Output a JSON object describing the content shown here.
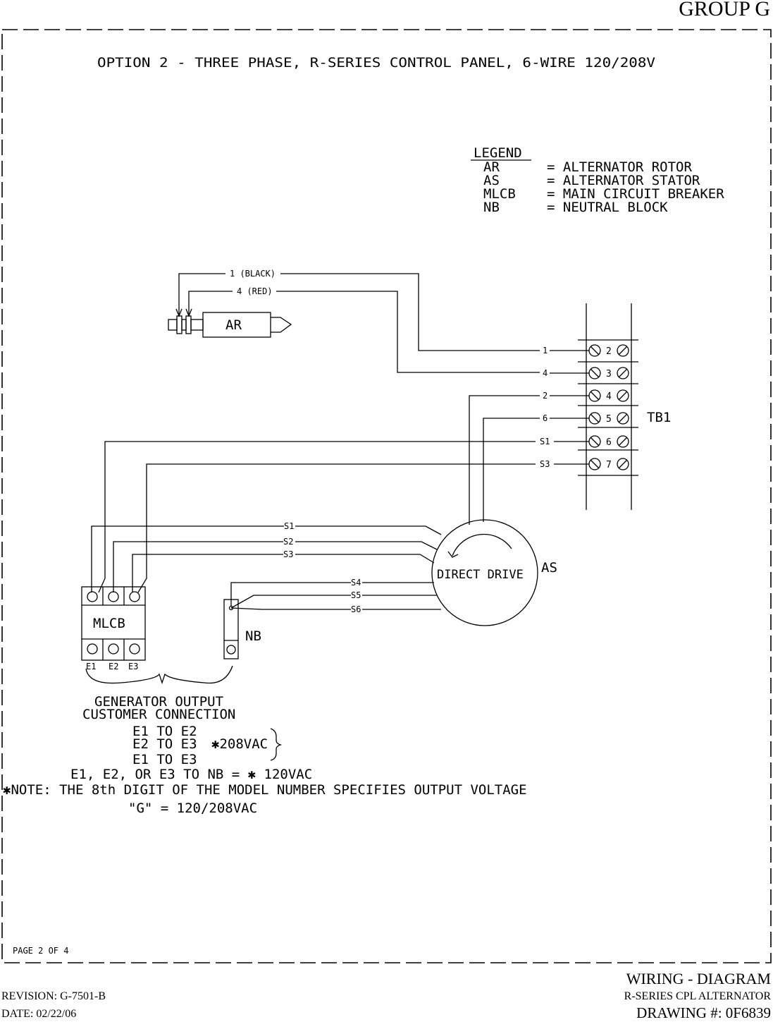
{
  "header": {
    "group": "GROUP G"
  },
  "title": "OPTION 2 - THREE PHASE, R-SERIES CONTROL PANEL, 6-WIRE 120/208V",
  "legend": {
    "heading": "LEGEND",
    "entries": [
      {
        "code": "AR",
        "desc": "= ALTERNATOR ROTOR"
      },
      {
        "code": "AS",
        "desc": "= ALTERNATOR STATOR"
      },
      {
        "code": "MLCB",
        "desc": "= MAIN CIRCUIT BREAKER"
      },
      {
        "code": "NB",
        "desc": "= NEUTRAL BLOCK"
      }
    ]
  },
  "rotor": {
    "label": "AR",
    "wire1": "1 (BLACK)",
    "wire2": "4 (RED)"
  },
  "terminal_block": {
    "label": "TB1",
    "terminals": [
      "2",
      "3",
      "4",
      "5",
      "6",
      "7"
    ],
    "wire_labels": [
      "1",
      "4",
      "2",
      "6",
      "S1",
      "S3"
    ]
  },
  "stator": {
    "inner_label": "DIRECT DRIVE",
    "label": "AS",
    "wire_labels": [
      "S1",
      "S2",
      "S3",
      "S4",
      "S5",
      "S6"
    ]
  },
  "breaker": {
    "label": "MLCB",
    "terminals": [
      "E1",
      "E2",
      "E3"
    ]
  },
  "neutral": {
    "label": "NB"
  },
  "output": {
    "line1": "GENERATOR OUTPUT",
    "line2": "CUSTOMER CONNECTION",
    "pairs": [
      "E1 TO E2",
      "E2 TO E3",
      "E1 TO E3"
    ],
    "pair_voltage": "✱208VAC",
    "neutral_line": "E1, E2, OR E3 TO NB = ✱ 120VAC",
    "note": "✱NOTE: THE 8th DIGIT OF THE MODEL NUMBER SPECIFIES OUTPUT VOLTAGE",
    "note_value": "\"G\" = 120/208VAC"
  },
  "page_label": "PAGE 2 OF 4",
  "footer": {
    "title": "WIRING - DIAGRAM",
    "revision": "REVISION: G-7501-B",
    "subtitle": "R-SERIES CPL ALTERNATOR",
    "date": "DATE: 02/22/06",
    "drawing": "DRAWING #: 0F6839"
  }
}
